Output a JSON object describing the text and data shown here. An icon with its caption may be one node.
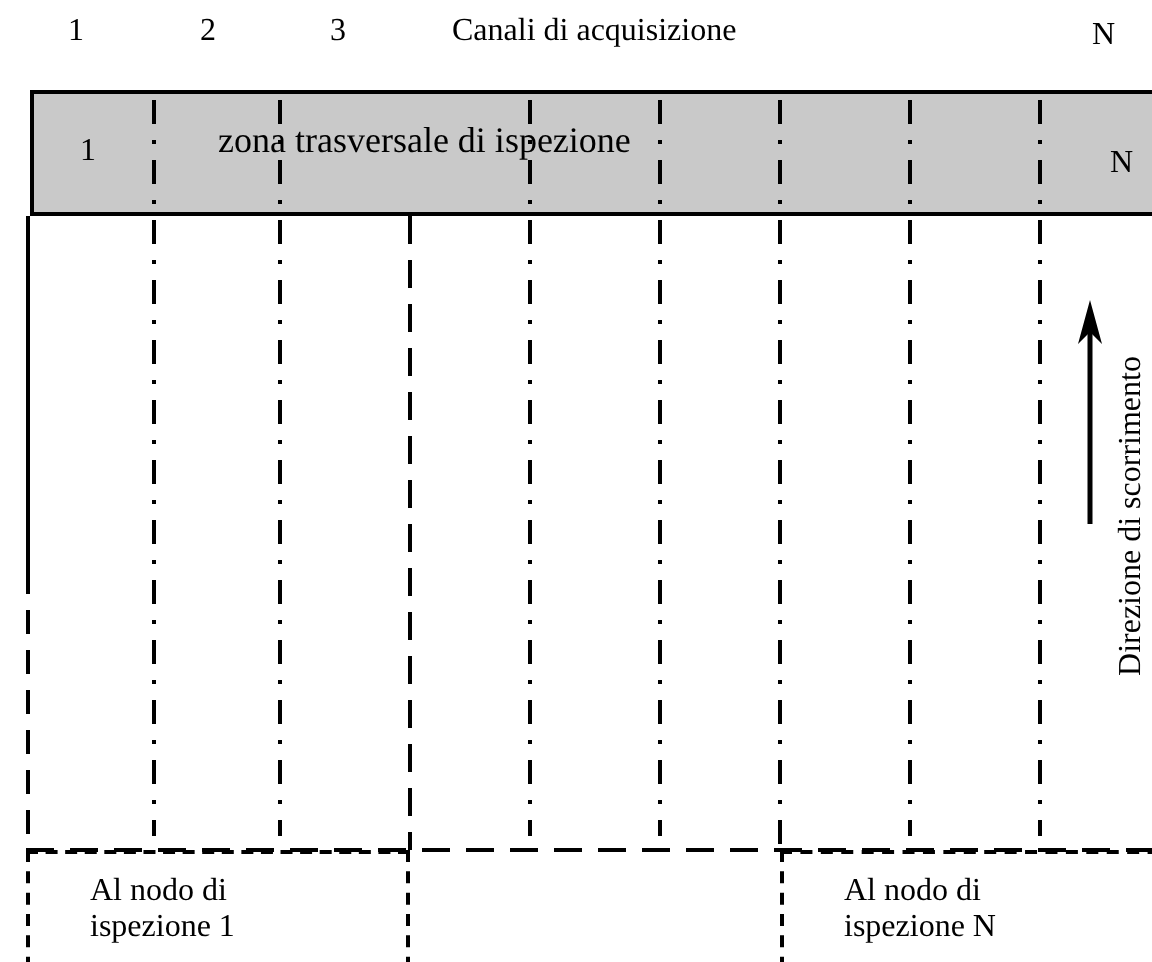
{
  "diagram": {
    "nodes": [
      {
        "text": [
          "zona trasversale di ispezione"
        ]
      },
      {
        "text": [
          "Al nodo di ispezione 1"
        ]
      },
      {
        "text": [
          "Al nodo di ispezione N"
        ]
      }
    ],
    "labels": [
      "1",
      "2",
      "3",
      "Canali di acquisizione",
      "N",
      "1",
      "N",
      "Direzione di scorrimento"
    ]
  }
}
